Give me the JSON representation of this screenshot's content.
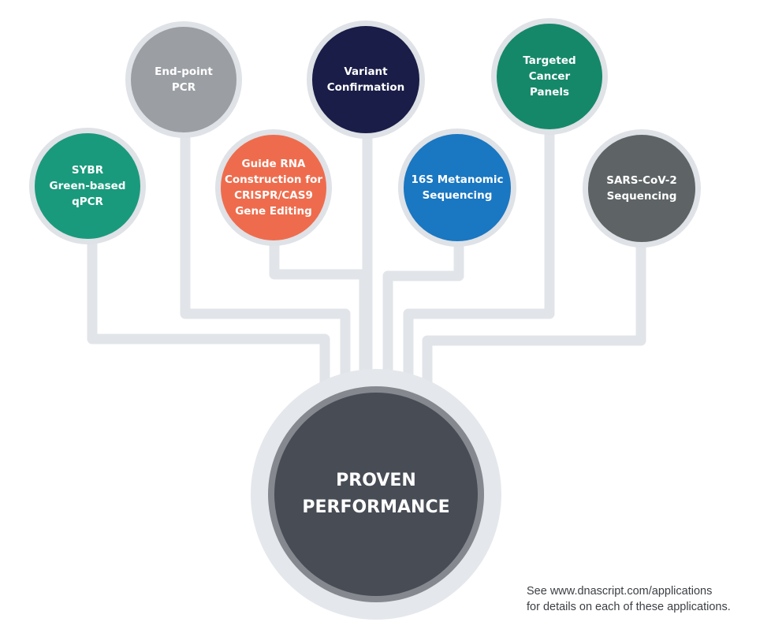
{
  "applications": [
    {
      "id": "sybr-qpcr",
      "label": "SYBR\nGreen-based\nqPCR",
      "color": "#1a9a7c"
    },
    {
      "id": "end-point-pcr",
      "label": "End-point\nPCR",
      "color": "#9b9fa4"
    },
    {
      "id": "guide-rna",
      "label": "Guide RNA\nConstruction for\nCRISPR/CAS9\nGene Editing",
      "color": "#ee6c4d"
    },
    {
      "id": "variant-confirmation",
      "label": "Variant\nConfirmation",
      "color": "#191d47"
    },
    {
      "id": "16s-metanomic",
      "label": "16S Metanomic\nSequencing",
      "color": "#1a77c2"
    },
    {
      "id": "targeted-cancer-panels",
      "label": "Targeted\nCancer\nPanels",
      "color": "#15886a"
    },
    {
      "id": "sars-cov-2",
      "label": "SARS-CoV-2\nSequencing",
      "color": "#5e6466"
    }
  ],
  "hub": {
    "label": "PROVEN\nPERFORMANCE",
    "color": "#474c55"
  },
  "connector_color": "#e1e4e8",
  "footnote": {
    "line1": "See www.dnascript.com/applications",
    "line2": "for details on each of these applications."
  }
}
